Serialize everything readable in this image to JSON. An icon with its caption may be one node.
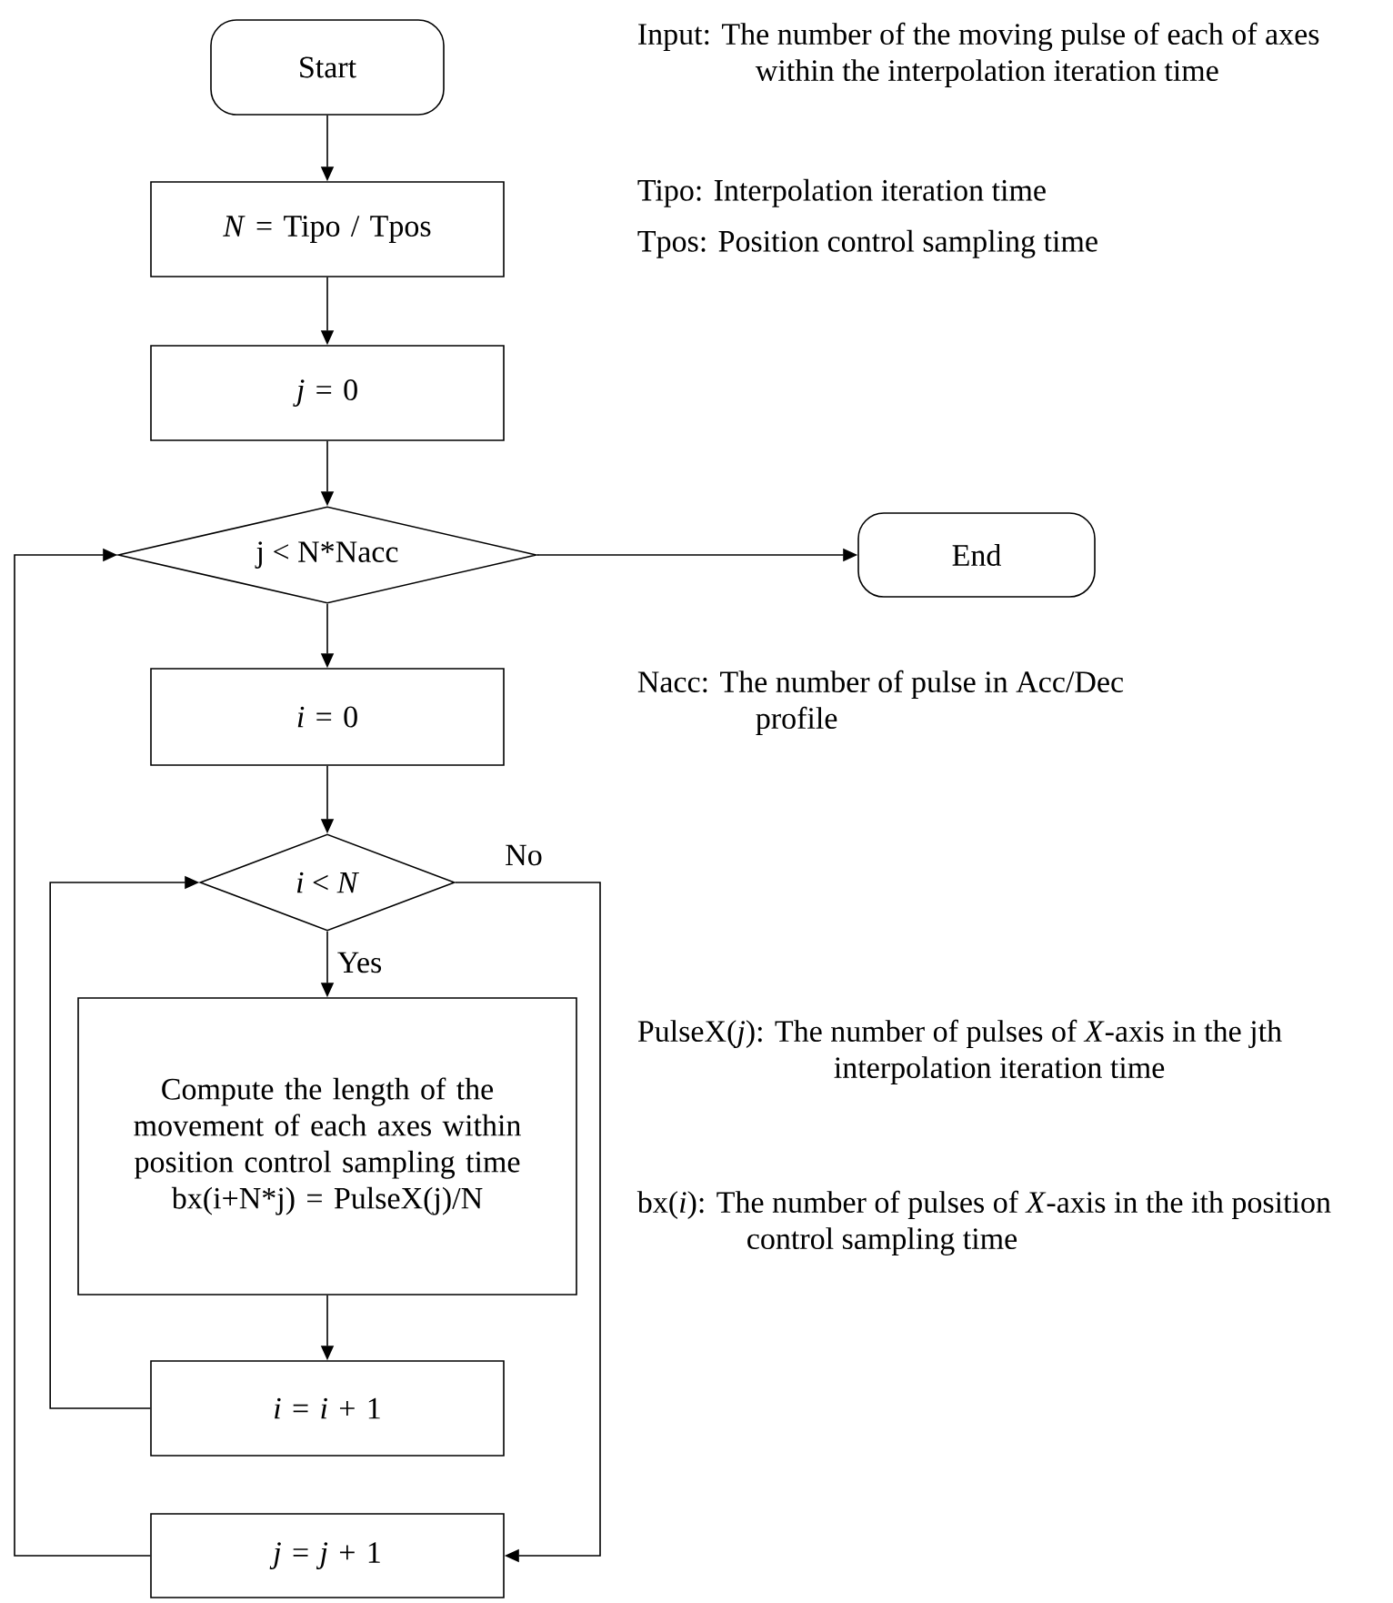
{
  "diagram": {
    "nodes": [
      {
        "text": [
          "Start"
        ]
      },
      {
        "text": [
          "*N* = Tipo / Tpos"
        ]
      },
      {
        "text": [
          "*j* = 0"
        ]
      },
      {
        "text": [
          "j < N*Nacc"
        ]
      },
      {
        "text": [
          "End"
        ]
      },
      {
        "text": [
          "*i* = 0"
        ]
      },
      {
        "text": [
          "*i* < *N*"
        ]
      },
      {
        "text": [
          "Compute the length of the movement of each axes within position control sampling time",
          "bx(i+N*j) = PulseX(j)/N"
        ]
      },
      {
        "text": [
          "*i* = *i* + 1"
        ]
      },
      {
        "text": [
          "*j* = *j* + 1"
        ]
      }
    ],
    "edges": [
      {
        "from": 0,
        "to": 1,
        "arrow": "to"
      },
      {
        "from": 1,
        "to": 2,
        "arrow": "to"
      },
      {
        "from": 2,
        "to": 3,
        "arrow": "to"
      },
      {
        "from": 3,
        "to": 4,
        "arrow": "to"
      },
      {
        "from": 3,
        "to": 5,
        "arrow": "to"
      },
      {
        "from": 5,
        "to": 6,
        "arrow": "to"
      },
      {
        "from": 6,
        "to": 7,
        "arrow": "to",
        "label": "Yes"
      },
      {
        "from": 7,
        "to": 8,
        "arrow": "to"
      },
      {
        "from": 8,
        "to": 6,
        "arrow": "to"
      },
      {
        "from": 6,
        "to": 9,
        "arrow": "to",
        "label": "No"
      },
      {
        "from": 9,
        "to": 3,
        "arrow": "to"
      }
    ],
    "labels": [
      "Input: The number of the moving pulse of each of axes within the interpolation iteration time",
      "Tipo: Interpolation iteration time",
      "Tpos: Position control sampling time",
      "Nacc: The number of pulse in Acc/Dec profile",
      "PulseX(*j*): The number of pulses of *X*-axis in the jth interpolation iteration time",
      "bx(*i*): The number of pulses of *X*-axis in the ith position control sampling time"
    ]
  }
}
